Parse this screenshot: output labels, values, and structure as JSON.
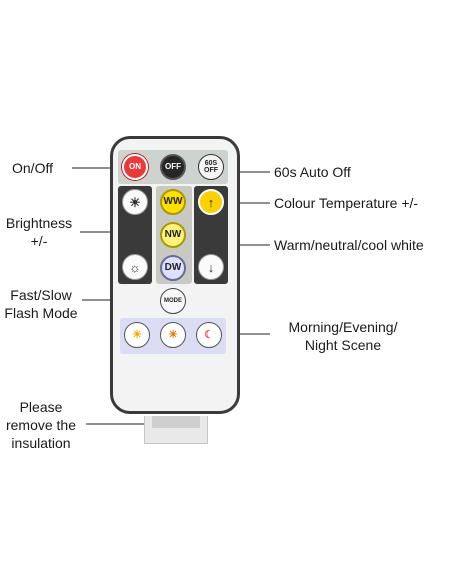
{
  "labels": {
    "on_off": "On/Off",
    "auto_off": "60s Auto Off",
    "brightness_line1": "Brightness",
    "brightness_line2": "+/-",
    "colour_temp": "Colour Temperature +/-",
    "white_modes": "Warm/neutral/cool white",
    "flash_line1": "Fast/Slow",
    "flash_line2": "Flash Mode",
    "scene_line1": "Morning/Evening/",
    "scene_line2": "Night Scene",
    "insulation_line1": "Please",
    "insulation_line2": "remove the",
    "insulation_line3": "insulation"
  },
  "remote": {
    "on_label": "ON",
    "off_label": "OFF",
    "timer_line1": "60S",
    "timer_line2": "OFF",
    "ww_label": "WW",
    "nw_label": "NW",
    "dw_label": "DW",
    "mode_label": "MODE",
    "brightness_up_icon": "sun-up-icon",
    "brightness_down_icon": "sun-down-icon",
    "temp_up_icon": "arrow-up-icon",
    "temp_down_icon": "arrow-down-icon",
    "morning_icon": "sunrise-icon",
    "evening_icon": "sunset-icon",
    "night_icon": "moon-icon"
  },
  "colors": {
    "on": "#e83a3a",
    "off": "#262626",
    "ww": "#ffe000",
    "nw": "#fff27a",
    "dw": "#dde0ff",
    "temp_up": "#ffd000",
    "scene_band": "#dcdcf4"
  }
}
